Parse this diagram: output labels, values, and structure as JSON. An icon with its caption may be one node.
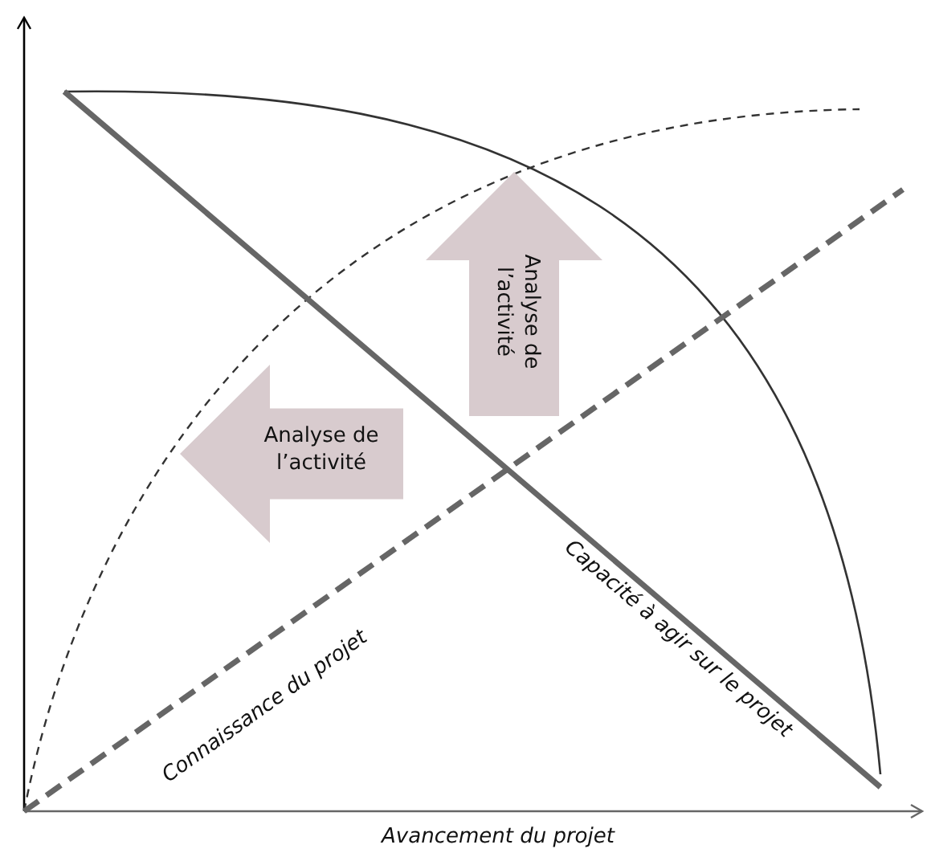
{
  "diagram": {
    "nodes": [
      {
        "text": [
          "Analyse de l’activité"
        ]
      },
      {
        "text": [
          "Analyse de l’activité"
        ]
      }
    ],
    "labels": [
      "Connaissance du projet",
      "Capacité à agir sur le projet",
      "Avancement du projet"
    ]
  }
}
